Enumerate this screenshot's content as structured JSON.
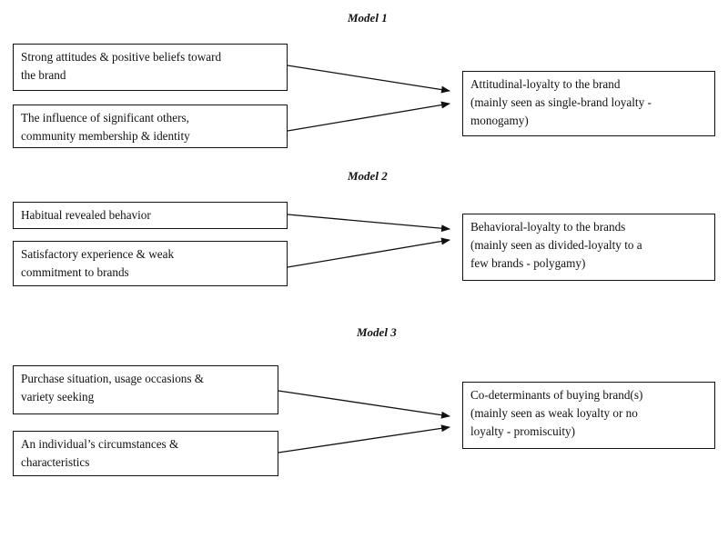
{
  "models": [
    {
      "title": "Model 1",
      "inputs": [
        "Strong attitudes & positive beliefs toward\nthe brand",
        "The influence of significant others,\ncommunity membership & identity"
      ],
      "output": "Attitudinal-loyalty to the brand\n(mainly seen as single-brand loyalty -\nmonogamy)"
    },
    {
      "title": "Model 2",
      "inputs": [
        "Habitual revealed behavior",
        "Satisfactory experience & weak\ncommitment to brands"
      ],
      "output": "Behavioral-loyalty to the brands\n(mainly seen as divided-loyalty to a\nfew brands  - polygamy)"
    },
    {
      "title": "Model 3",
      "inputs": [
        "Purchase situation, usage occasions &\nvariety seeking",
        "An individual’s circumstances &\ncharacteristics"
      ],
      "output": "Co-determinants of buying brand(s)\n(mainly seen as weak loyalty or no\nloyalty - promiscuity)"
    }
  ]
}
